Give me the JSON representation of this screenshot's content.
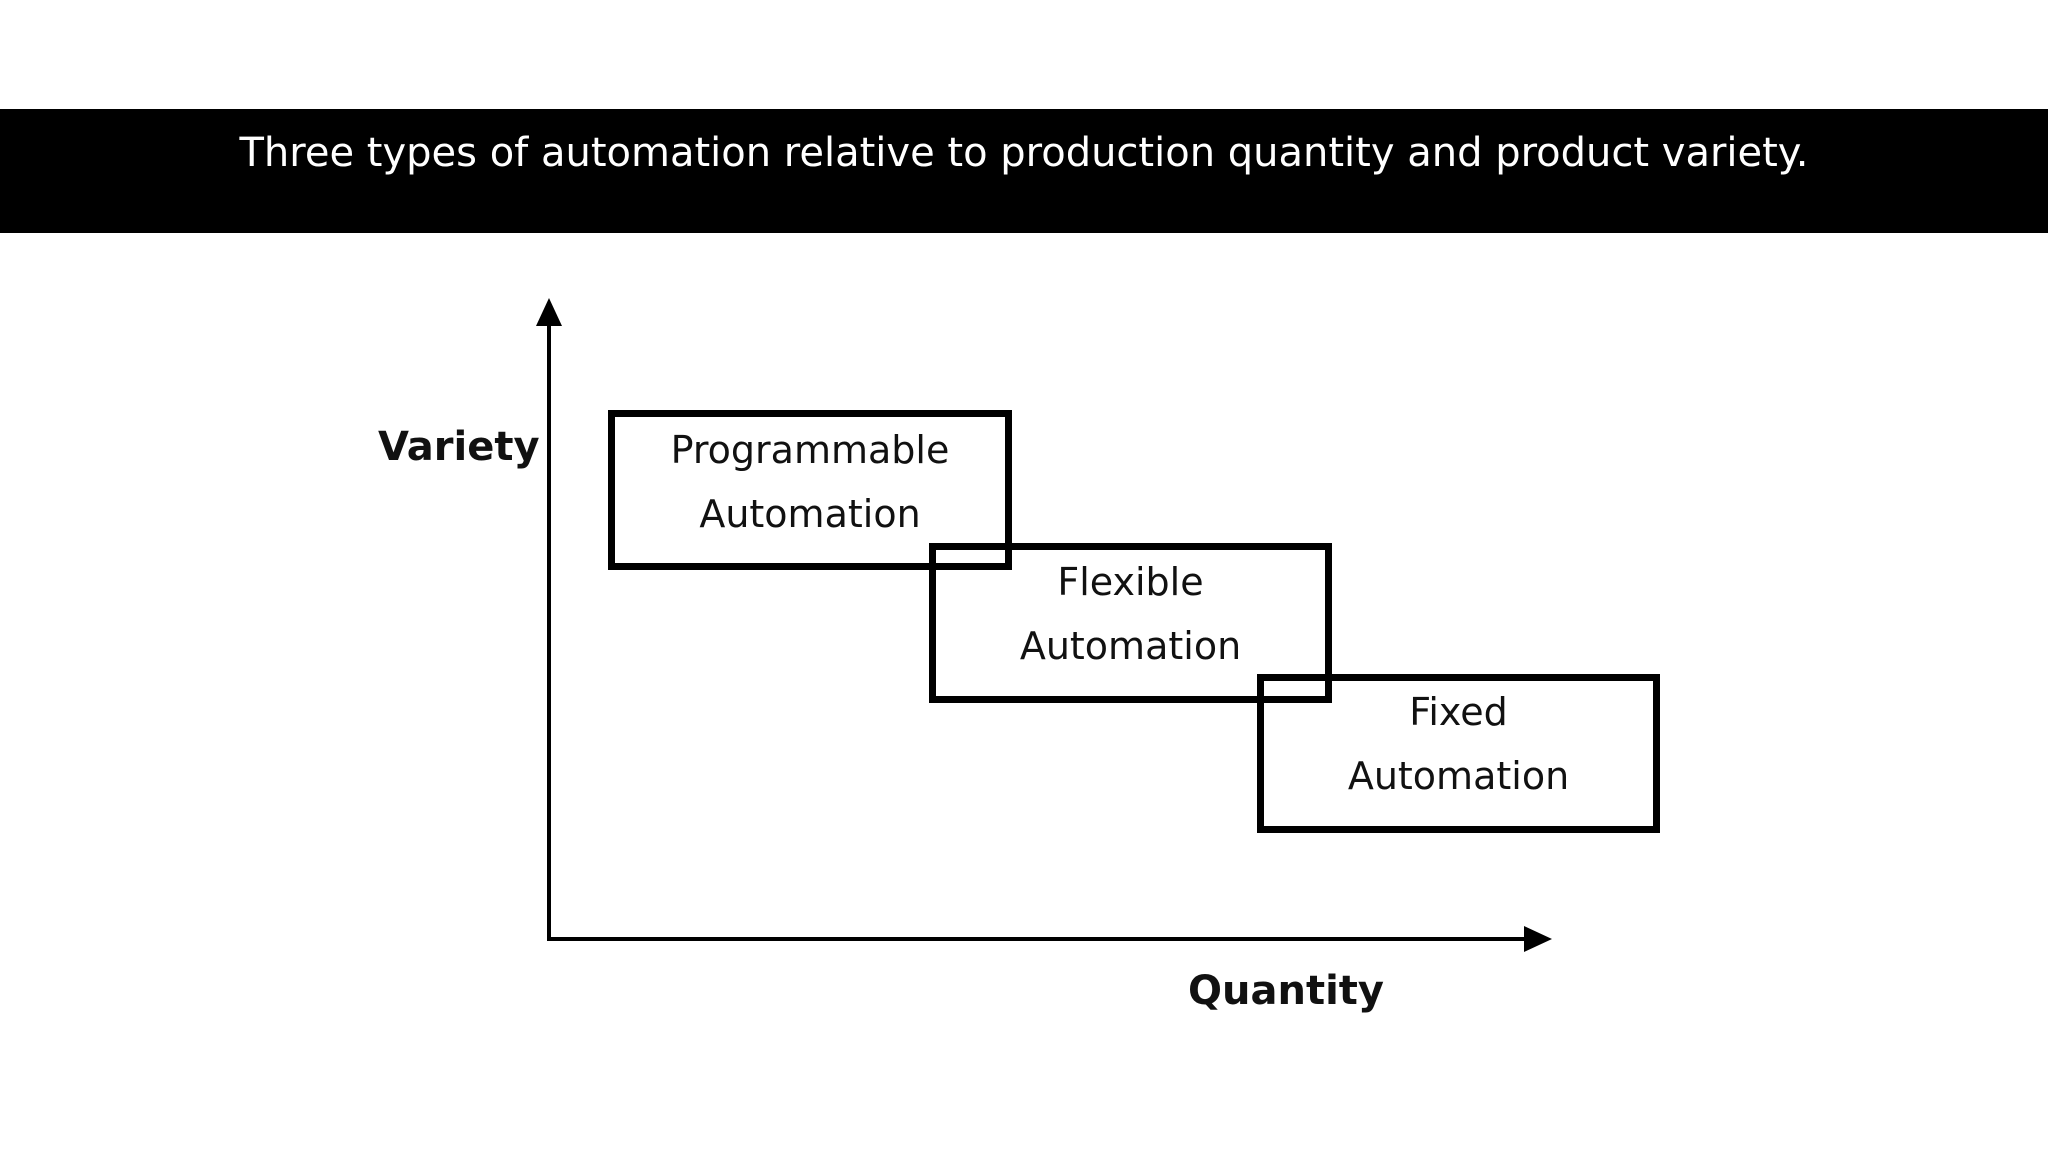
{
  "header": {
    "title": "Three types of automation relative to production quantity and product variety."
  },
  "diagram": {
    "y_axis_label": "Variety",
    "x_axis_label": "Quantity",
    "boxes": [
      {
        "line1": "Programmable",
        "line2": "Automation"
      },
      {
        "line1": "Flexible",
        "line2": "Automation"
      },
      {
        "line1": "Fixed",
        "line2": "Automation"
      }
    ]
  },
  "colors": {
    "title_bar": "#000000",
    "title_text": "#ffffff",
    "strokes": "#000000"
  }
}
